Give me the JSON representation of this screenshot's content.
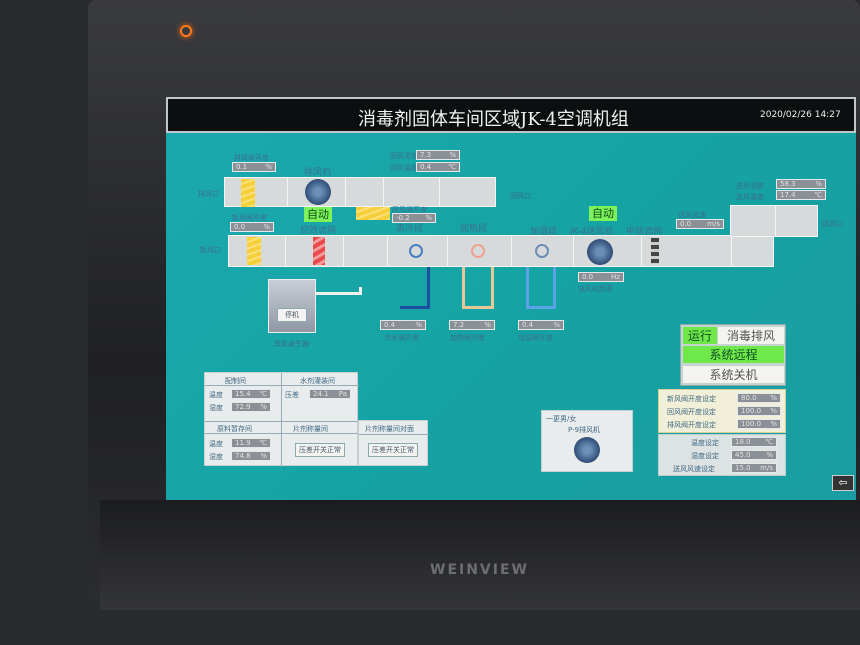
{
  "header": {
    "title": "消毒剂固体车间区域JK-4空调机组",
    "datetime": "2020/02/26 14:27"
  },
  "bezel": {
    "brand": "WEINVIEW"
  },
  "ahu": {
    "exhaust_outlet": "排风口",
    "fresh_inlet": "新风口",
    "return_inlet": "回风口",
    "supply_outlet": "送风口",
    "exhaust_fan": "排风机",
    "primary_filter": "初效滤网",
    "cooling": "表冷段",
    "heating": "加热段",
    "humidify": "加湿段",
    "supply_fan": "JK-4送风机",
    "medium_filter": "中效滤网",
    "exhaust_fan_mode": "自动",
    "supply_fan_mode": "自动",
    "exhaust_damper": {
      "label": "排风阀开度",
      "value": "0.1",
      "unit": "%"
    },
    "return_humidity": {
      "label": "回风湿度",
      "value": "7.3",
      "unit": "%"
    },
    "return_temp": {
      "label": "回风温度",
      "value": "0.4",
      "unit": "℃"
    },
    "fresh_damper": {
      "label": "新风阀开度",
      "value": "0.0",
      "unit": "%"
    },
    "return_damper": {
      "label": "回风阀开度",
      "value": "-0.2",
      "unit": "%"
    },
    "supply_speed": {
      "label": "送风风速",
      "value": "0.0",
      "unit": "m/s"
    },
    "supply_humidity": {
      "label": "送风湿度",
      "value": "58.3",
      "unit": "%"
    },
    "supply_temp": {
      "label": "送风温度",
      "value": "17.4",
      "unit": "℃"
    },
    "fan_freq": {
      "label": "送风机频率",
      "value": "0.0",
      "unit": "Hz"
    },
    "chw_valve": {
      "label": "冷水阀开度",
      "value": "0.4",
      "unit": "%"
    },
    "heat_valve": {
      "label": "加热阀开度",
      "value": "7.2",
      "unit": "%"
    },
    "hum_valve": {
      "label": "加湿阀开度",
      "value": "0.4",
      "unit": "%"
    },
    "ozone": {
      "label": "臭氧发生器",
      "state": "停机"
    }
  },
  "rooms": {
    "r1": {
      "name": "配制间",
      "temp_label": "温度",
      "temp": "15.4",
      "temp_unit": "℃",
      "hum_label": "湿度",
      "hum": "72.9",
      "hum_unit": "%"
    },
    "r2": {
      "name": "水剂灌装间",
      "dp_label": "压差",
      "dp": "24.1",
      "dp_unit": "Pa"
    },
    "r3": {
      "name": "原料暂存间",
      "temp_label": "温度",
      "temp": "11.9",
      "temp_unit": "℃",
      "hum_label": "湿度",
      "hum": "74.8",
      "hum_unit": "%"
    },
    "r4": {
      "name": "片剂称量间",
      "status": "压差开关正常"
    },
    "r5": {
      "name": "片剂称量间对面",
      "status": "压差开关正常"
    },
    "r6": {
      "name": "一更男/女",
      "fan": "P-9排风机"
    }
  },
  "control": {
    "run": "运行",
    "mode": "消毒排风",
    "remote": "系统远程",
    "shutdown": "系统关机",
    "settings": [
      {
        "label": "新风阀开度设定",
        "value": "80.0",
        "unit": "%"
      },
      {
        "label": "回风阀开度设定",
        "value": "100.0",
        "unit": "%"
      },
      {
        "label": "排风阀开度设定",
        "value": "100.0",
        "unit": "%"
      },
      {
        "label": "温度设定",
        "value": "18.0",
        "unit": "℃"
      },
      {
        "label": "湿度设定",
        "value": "45.0",
        "unit": "%"
      },
      {
        "label": "送风风速设定",
        "value": "15.0",
        "unit": "m/s"
      }
    ]
  },
  "colors": {
    "screen": "#17a5a8",
    "auto": "#7df25a",
    "duct": "#d7dadb"
  }
}
